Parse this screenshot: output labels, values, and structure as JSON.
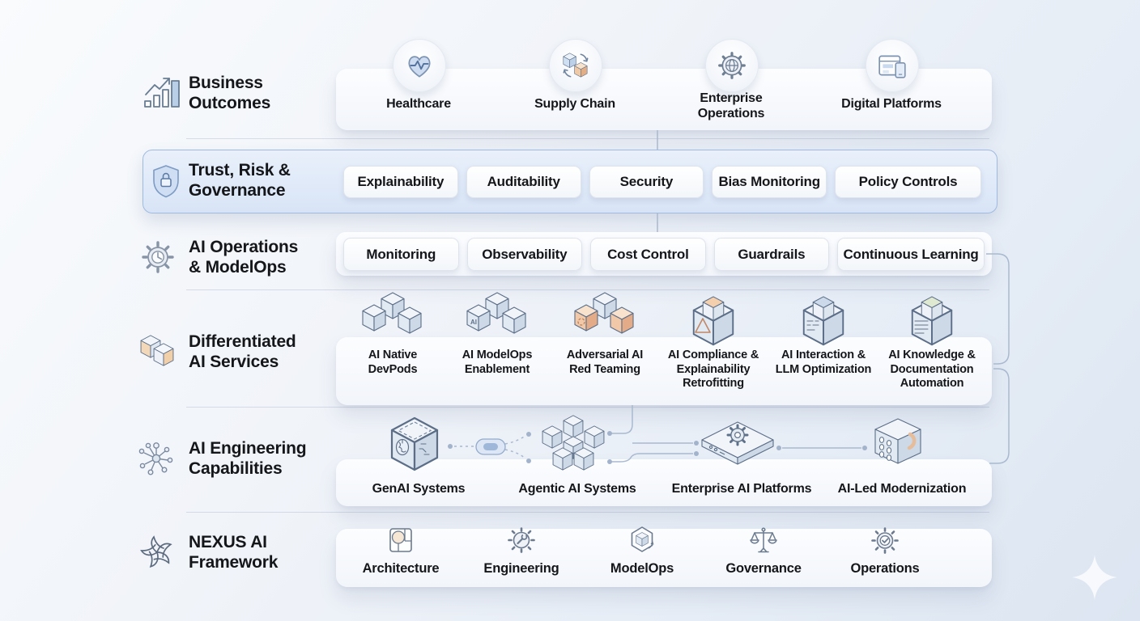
{
  "sections": {
    "business": {
      "title": "Business\nOutcomes",
      "title_icon": "bar-chart-growth-icon",
      "items": [
        {
          "label": "Healthcare",
          "icon": "heart-pulse-icon"
        },
        {
          "label": "Supply Chain",
          "icon": "supply-boxes-icon"
        },
        {
          "label": "Enterprise\nOperations",
          "icon": "gear-globe-icon"
        },
        {
          "label": "Digital Platforms",
          "icon": "browser-device-icon"
        }
      ]
    },
    "trust": {
      "title": "Trust, Risk &\nGovernance",
      "title_icon": "shield-lock-icon",
      "pills": [
        "Explainability",
        "Auditability",
        "Security",
        "Bias Monitoring",
        "Policy Controls"
      ]
    },
    "aiops": {
      "title": "AI Operations\n& ModelOps",
      "title_icon": "gear-clock-icon",
      "pills": [
        "Monitoring",
        "Observability",
        "Cost Control",
        "Guardrails",
        "Continuous Learning"
      ]
    },
    "services": {
      "title": "Differentiated\nAI Services",
      "title_icon": "cube-stack-icon",
      "items": [
        {
          "label": "AI Native\nDevPods",
          "icon": "cubes-pyramid-icon"
        },
        {
          "label": "AI ModelOps\nEnablement",
          "icon": "cubes-ai-icon"
        },
        {
          "label": "Adversarial AI\nRed Teaming",
          "icon": "cubes-red-icon"
        },
        {
          "label": "AI Compliance &\nExplainability\nRetrofitting",
          "icon": "box-warning-icon"
        },
        {
          "label": "AI Interaction &\nLLM Optimization",
          "icon": "box-text-icon"
        },
        {
          "label": "AI Knowledge &\nDocumentation\nAutomation",
          "icon": "box-doc-icon"
        }
      ]
    },
    "engineering": {
      "title": "AI Engineering\nCapabilities",
      "title_icon": "network-hub-icon",
      "items": [
        {
          "label": "GenAI Systems",
          "icon": "brain-cube-icon"
        },
        {
          "label": "Agentic AI Systems",
          "icon": "cube-cluster-icon"
        },
        {
          "label": "Enterprise AI Platforms",
          "icon": "platform-gear-icon"
        },
        {
          "label": "AI-Led Modernization",
          "icon": "modernization-box-icon"
        }
      ]
    },
    "nexus": {
      "title": "NEXUS AI\nFramework",
      "title_icon": "swirl-icon",
      "items": [
        {
          "label": "Architecture",
          "icon": "blueprint-icon"
        },
        {
          "label": "Engineering",
          "icon": "gear-wrench-icon"
        },
        {
          "label": "ModelOps",
          "icon": "hexagon-cube-icon"
        },
        {
          "label": "Governance",
          "icon": "scales-icon"
        },
        {
          "label": "Operations",
          "icon": "gear-check-icon"
        }
      ]
    }
  },
  "colors": {
    "highlight_border": "#9fbade",
    "highlight_fill": "#dde8f8",
    "panel_fill": "#f7f9fc",
    "orange_accent": "#eec8a4",
    "blue_accent": "#c9d9ee",
    "connector": "#a9b9d0"
  }
}
